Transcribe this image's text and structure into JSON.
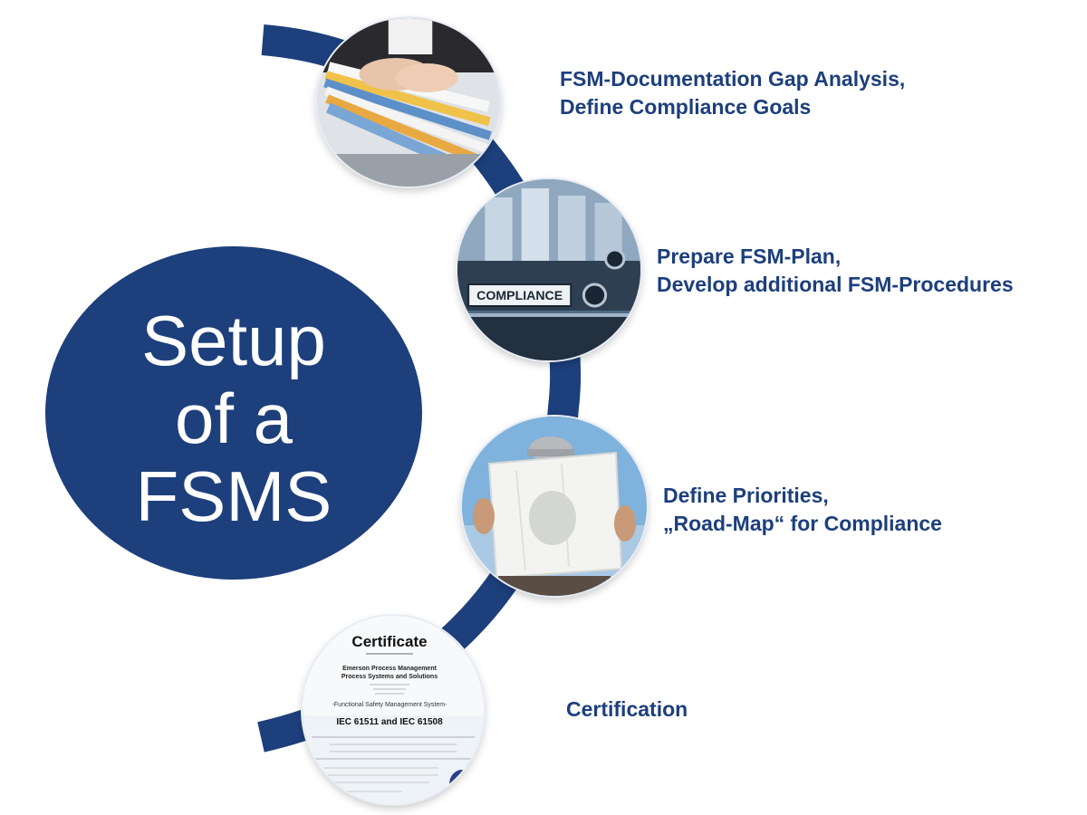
{
  "main_circle": {
    "title_lines": [
      "Setup",
      "of a",
      "FSMS"
    ],
    "color": "#1d3f7c"
  },
  "steps": [
    {
      "photo_icon": "binders-photo-icon",
      "lines": [
        "FSM-Documentation Gap Analysis,",
        "Define Compliance Goals"
      ]
    },
    {
      "photo_icon": "compliance-binder-photo-icon",
      "photo_text": "COMPLIANCE",
      "lines": [
        "Prepare FSM-Plan,",
        "Develop additional FSM-Procedures"
      ]
    },
    {
      "photo_icon": "blueprint-worker-photo-icon",
      "lines": [
        "Define Priorities,",
        "„Road-Map“ for Compliance"
      ]
    },
    {
      "photo_icon": "certificate-photo-icon",
      "photo_text": {
        "title": "Certificate",
        "company": "Emerson Process Management",
        "division": "Process Systems and Solutions",
        "system": "-Functional Safety Management System-",
        "standard": "IEC 61511 and IEC 61508"
      },
      "lines": [
        "Certification"
      ]
    }
  ],
  "colors": {
    "accent": "#1d3f7c",
    "background": "#ffffff"
  }
}
